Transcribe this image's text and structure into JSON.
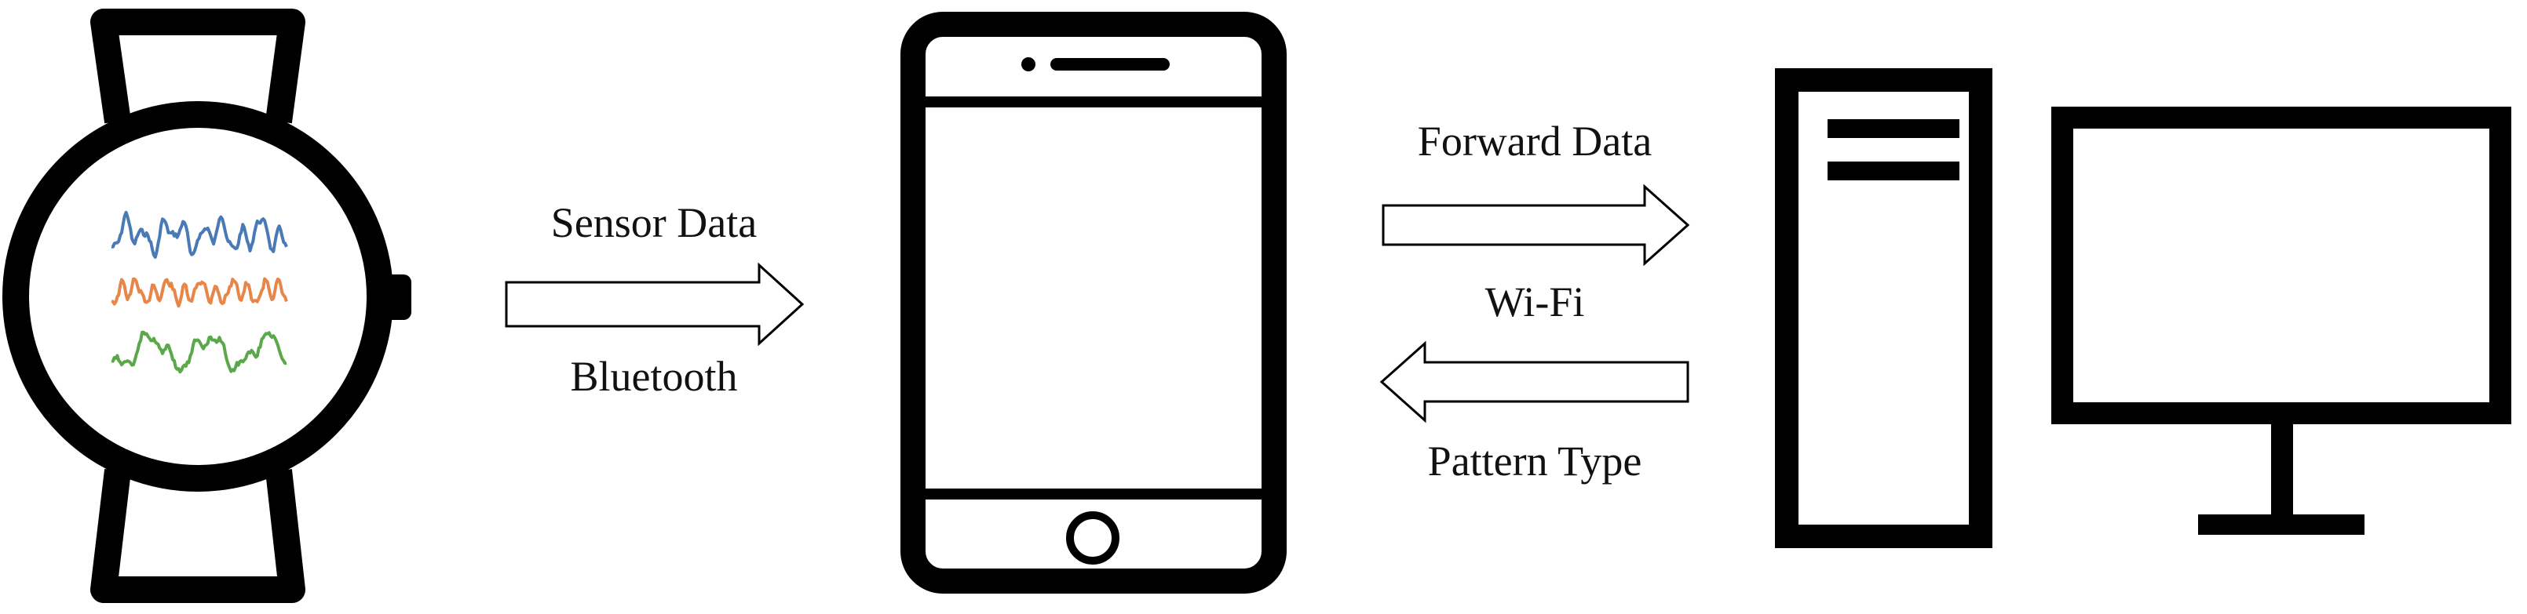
{
  "labels": {
    "sensor_data": "Sensor Data",
    "bluetooth": "Bluetooth",
    "forward_data": "Forward Data",
    "wifi": "Wi-Fi",
    "pattern_type": "Pattern Type"
  },
  "colors": {
    "stroke": "#000000",
    "wave_blue": "#4a7ab5",
    "wave_orange": "#e8864a",
    "wave_green": "#5aa84a"
  },
  "icons": {
    "watch": "smartwatch-icon",
    "phone": "smartphone-icon",
    "computer": "desktop-computer-icon"
  }
}
